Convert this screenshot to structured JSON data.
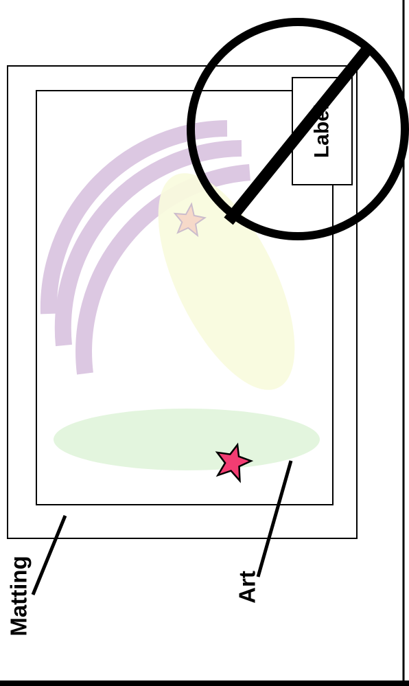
{
  "labels": {
    "label": "Label",
    "matting": "Matting",
    "art": "Art"
  },
  "colors": {
    "stroke": "#000000",
    "rainbow": "#dcc8e2",
    "yellow_ellipse": "#f9fbdd",
    "green_ellipse": "#e3f5de",
    "star_main": "#f23d72",
    "star_faded": "#f6d9c9",
    "star_faded_stroke": "#cbbccc"
  },
  "icons": {
    "prohibition": "no-symbol-icon",
    "star": "star-icon"
  }
}
